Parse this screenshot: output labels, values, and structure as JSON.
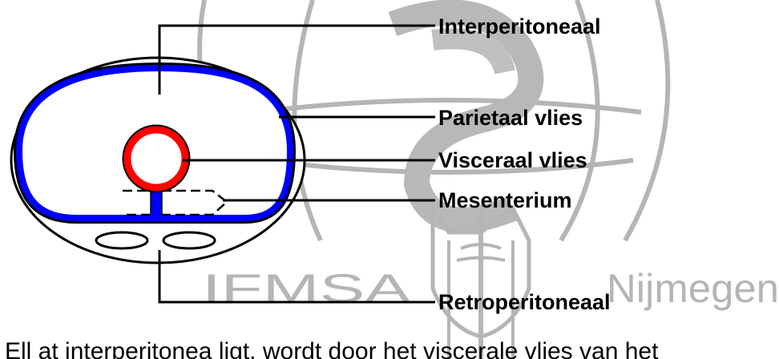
{
  "labels": {
    "interperitoneal": "Interperitoneaal",
    "parietal": "Parietaal vlies",
    "visceral": "Visceraal vlies",
    "mesentery": "Mesenterium",
    "retroperitoneal": "Retroperitoneaal"
  },
  "watermark": {
    "left_text": "IFMSA",
    "right_text": "Nijmegen",
    "color": "#b5b5b5"
  },
  "caption": {
    "text": "Ell                    at interperitonea  ligt, wordt door het viscerale  vlies  van  het"
  },
  "colors": {
    "membrane": "#0000ff",
    "organ": "#ff0000",
    "line": "#000000"
  }
}
